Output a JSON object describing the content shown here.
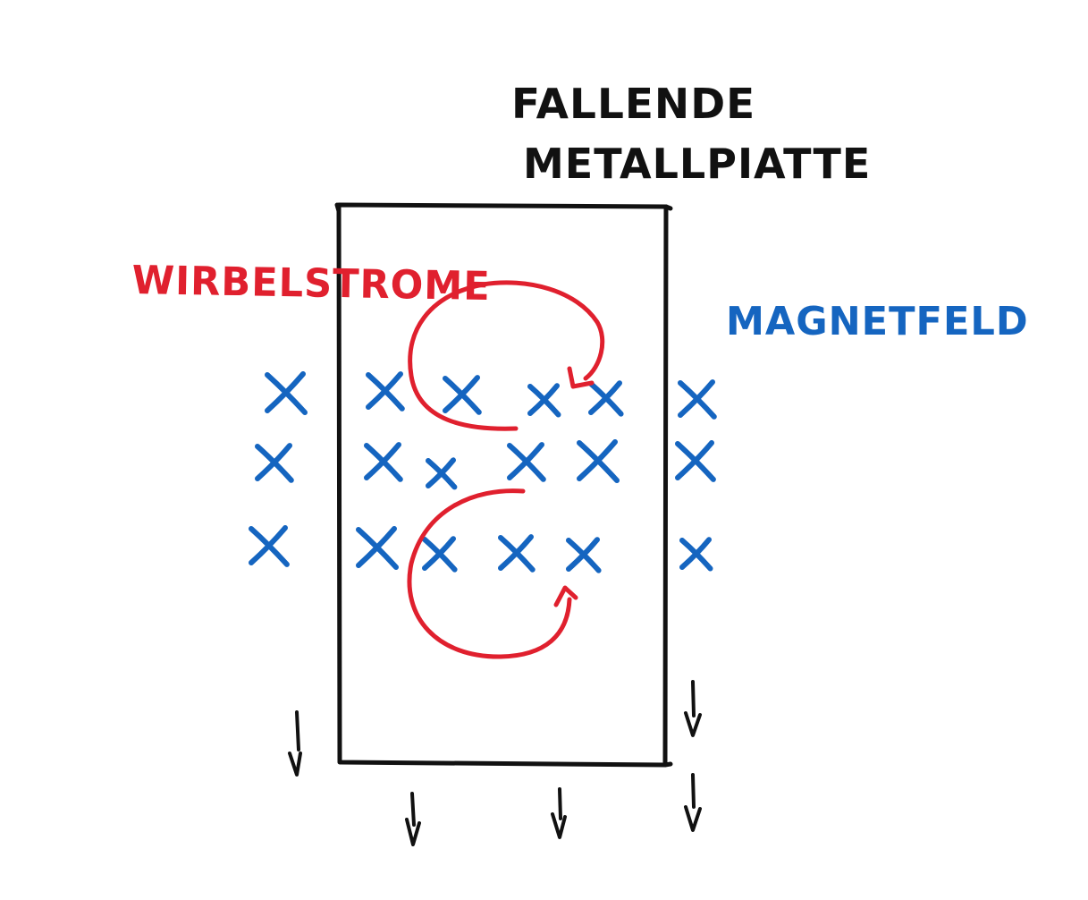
{
  "labels": {
    "title_line_1": "FALLENDE",
    "title_line_2": "METALLPIATTE",
    "eddy_currents": "WIRBELSTROME",
    "magnetic_field": "MAGNETFELD"
  },
  "colors": {
    "ink": "#111111",
    "eddy": "#e0202e",
    "field": "#1565c0",
    "background": "#ffffff"
  },
  "field_symbol": "×",
  "field_rows": 3,
  "fall_arrow_count": 5,
  "eddy_loop_count": 2
}
